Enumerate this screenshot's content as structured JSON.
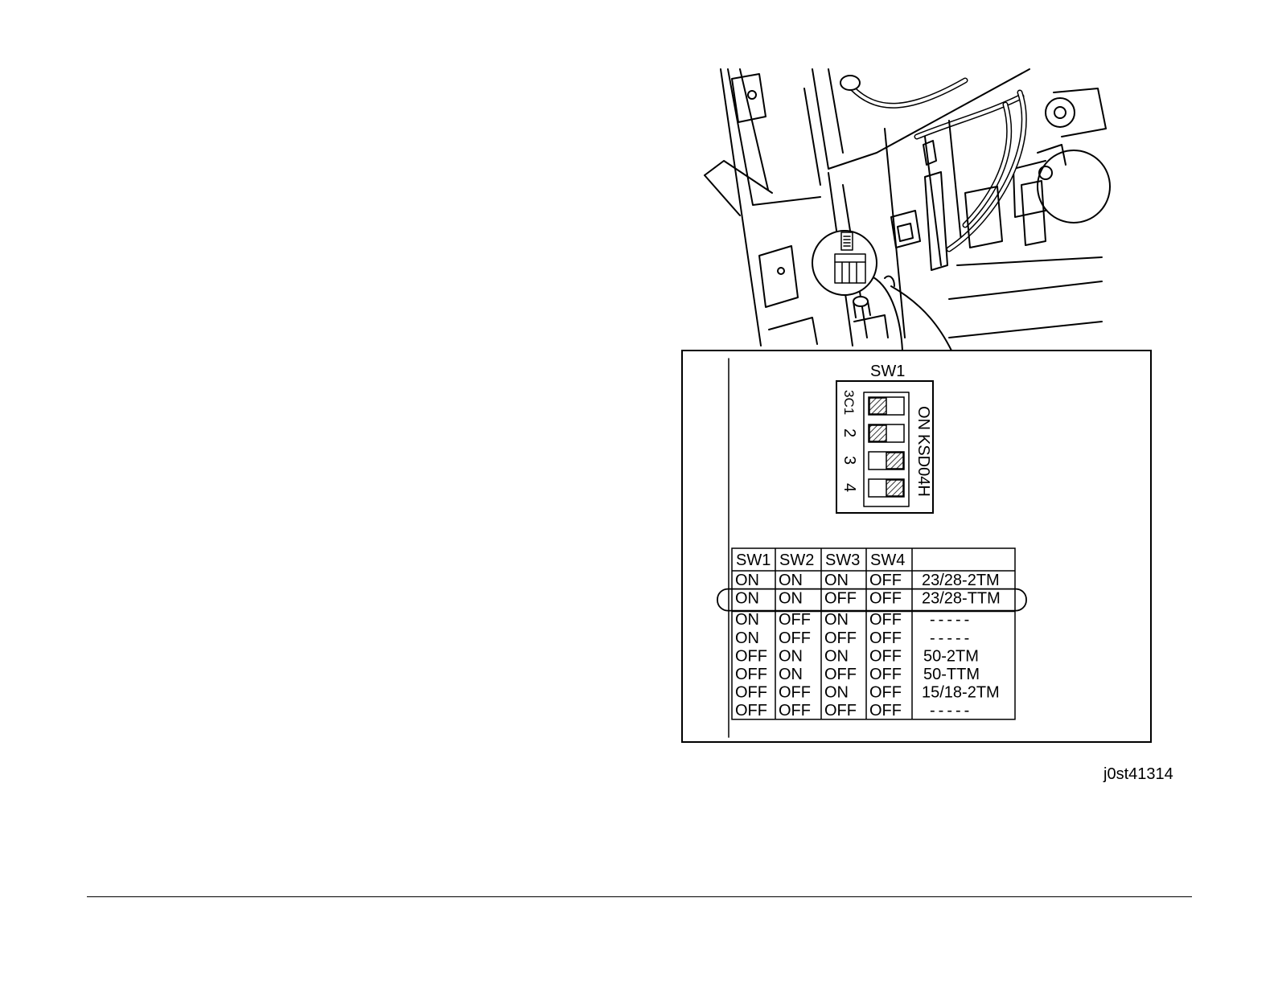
{
  "figure": {
    "switch_block": {
      "title": "SW1",
      "part_number": "KSD04H",
      "on_label": "ON",
      "maker_mark": "3C1",
      "positions": [
        {
          "number": "1",
          "state": "ON"
        },
        {
          "number": "2",
          "state": "ON"
        },
        {
          "number": "3",
          "state": "OFF"
        },
        {
          "number": "4",
          "state": "OFF"
        }
      ]
    },
    "settings_table": {
      "headers": [
        "SW1",
        "SW2",
        "SW3",
        "SW4",
        ""
      ],
      "rows": [
        [
          "ON",
          "ON",
          "ON",
          "OFF",
          "23/28-2TM"
        ],
        [
          "ON",
          "ON",
          "OFF",
          "OFF",
          "23/28-TTM"
        ],
        [
          "ON",
          "OFF",
          "ON",
          "OFF",
          "-----"
        ],
        [
          "ON",
          "OFF",
          "OFF",
          "OFF",
          "-----"
        ],
        [
          "OFF",
          "ON",
          "ON",
          "OFF",
          "50-2TM"
        ],
        [
          "OFF",
          "ON",
          "OFF",
          "OFF",
          "50-TTM"
        ],
        [
          "OFF",
          "OFF",
          "ON",
          "OFF",
          "15/18-2TM"
        ],
        [
          "OFF",
          "OFF",
          "OFF",
          "OFF",
          "-----"
        ]
      ],
      "highlighted_row": 1
    },
    "reference_code": "j0st41314"
  },
  "colors": {
    "line": "#000000",
    "background": "#ffffff"
  }
}
